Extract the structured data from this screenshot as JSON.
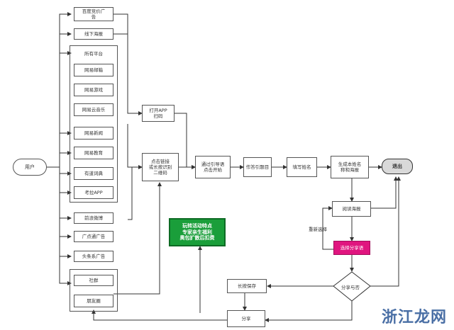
{
  "nodes": {
    "user": "用户",
    "baidu_ad": "百度竞价广\n告",
    "offline_poster": "线下海报",
    "own_platforms": "所有平台",
    "wangyi_mail": "网易邮箱",
    "wangyi_game": "网易游戏",
    "wangyi_music": "网易云音乐",
    "wangyi_news": "网易新闻",
    "wangyi_edu": "网易教育",
    "youdao_dict": "有道词典",
    "kaola_app": "考拉APP",
    "weibo_ad": "前浪微博",
    "guangdiantong_ad": "广点通广告",
    "toutiao_ad": "头条系广告",
    "community": "社群",
    "moments": "朋友圈",
    "open_app_scan": "打开APP\n扫码",
    "click_link": "点击链接\n或长按识别\n二维码",
    "register_flow": "通过引导语\n点击开始",
    "answer": "作答引题目",
    "fill_name": "填写姓名",
    "generate_poster": "生成本姓名\n称和海报",
    "exit": "退出",
    "read_poster": "阅读海报",
    "reselect": "重新选择",
    "pink_box": "选择分享语",
    "share_decision": "分享与否",
    "long_press_save": "长按保存",
    "share": "分享",
    "green_box": "玩转活动特点\n专家亲生福利\n奥包扩散后扣费"
  },
  "watermark": "浙江龙网",
  "colors": {
    "green": "#1a9e3a",
    "pink": "#e0157f",
    "exit": "#d9d9d9"
  }
}
